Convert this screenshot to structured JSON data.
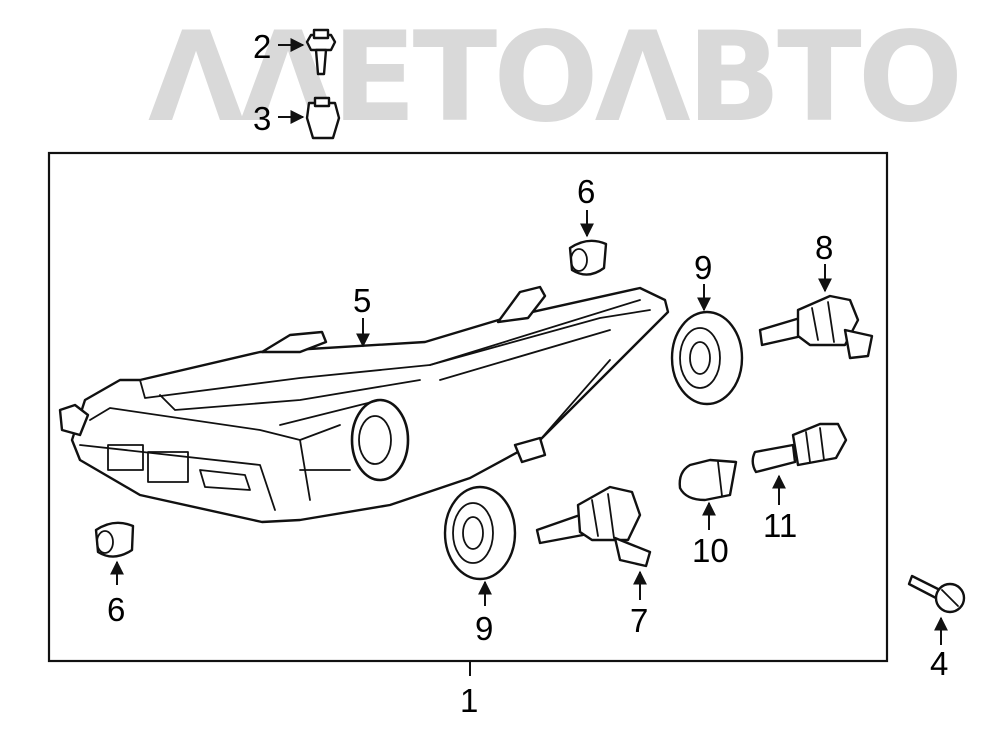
{
  "watermark": {
    "text": "ΛΛΕΤΟΛΒΤΟ",
    "color": "#d9d9d9"
  },
  "callouts": {
    "c1": "1",
    "c2": "2",
    "c3": "3",
    "c4": "4",
    "c5": "5",
    "c6a": "6",
    "c6b": "6",
    "c7": "7",
    "c8": "8",
    "c9a": "9",
    "c9b": "9",
    "c10": "10",
    "c11": "11"
  },
  "colors": {
    "line": "#111111",
    "background": "#ffffff",
    "watermark": "#d9d9d9"
  }
}
